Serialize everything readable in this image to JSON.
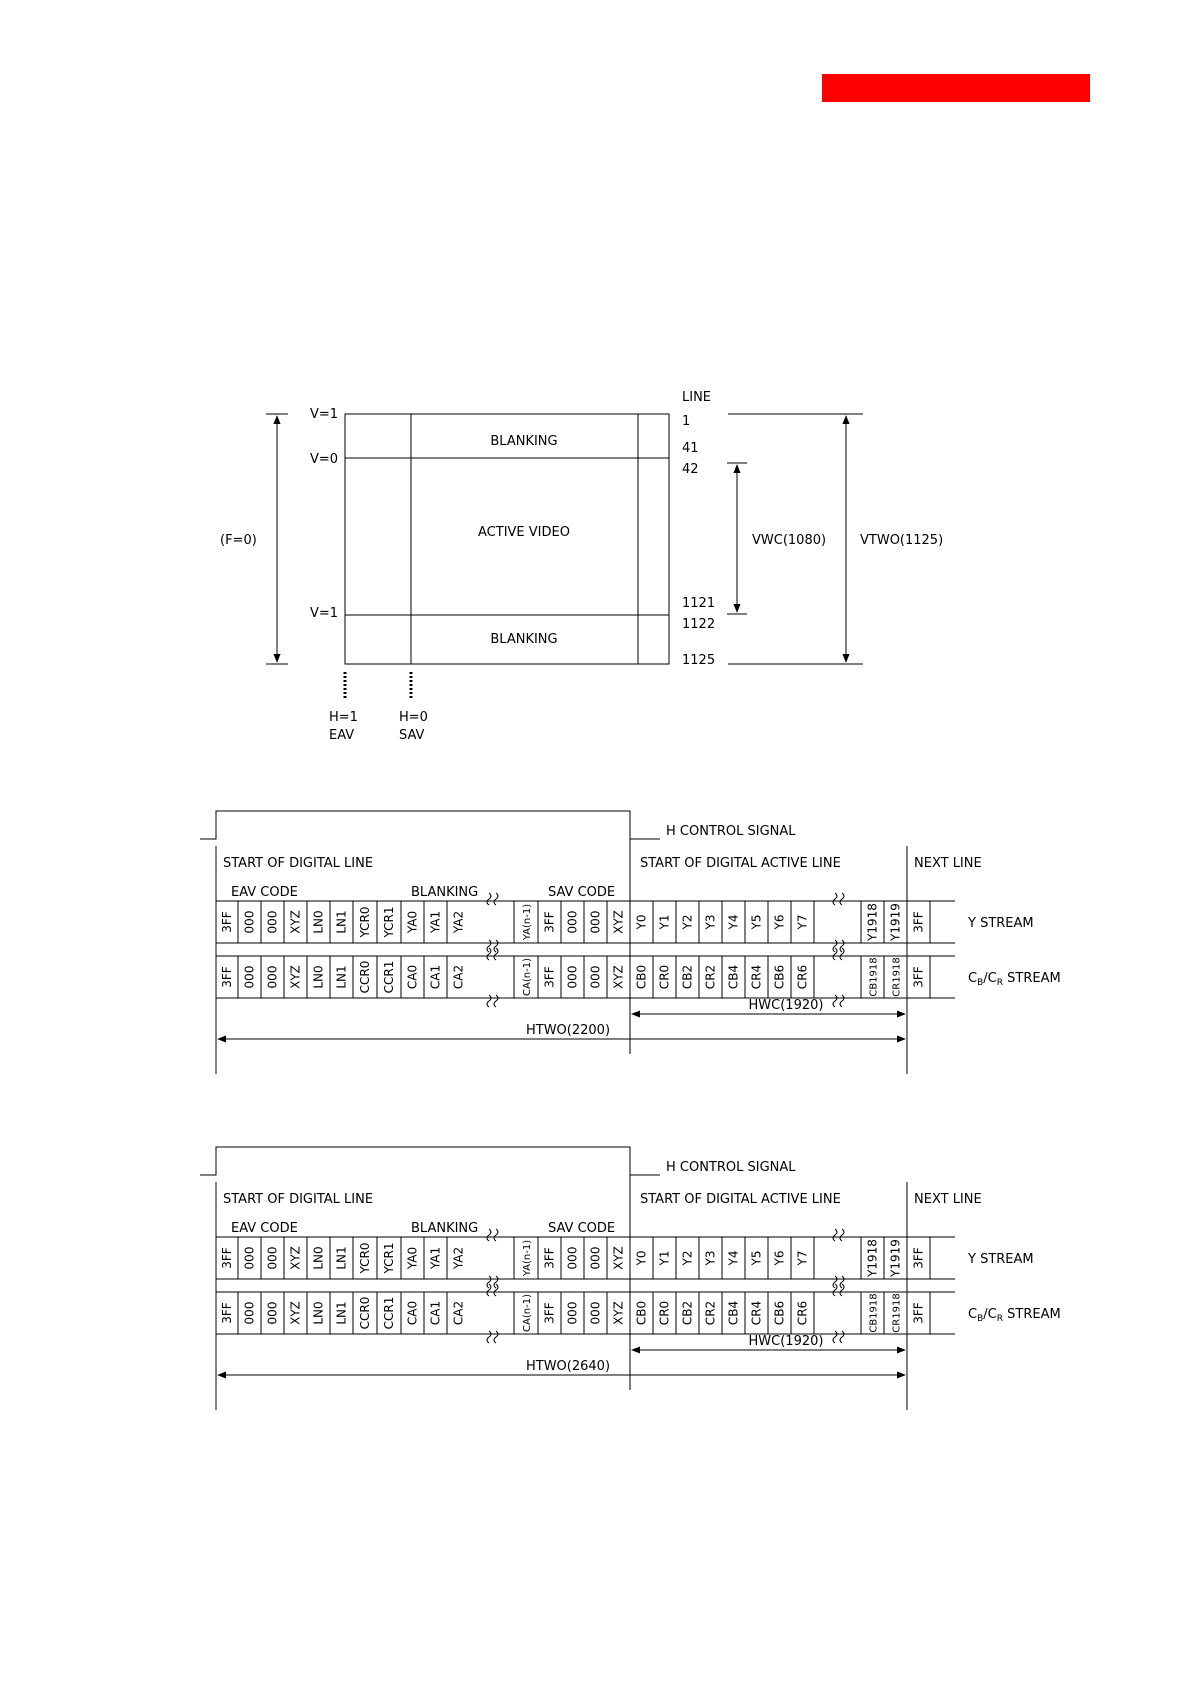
{
  "header": {
    "accent_color": "#ff0000"
  },
  "frame_diagram": {
    "v_labels": [
      "V=1",
      "V=0",
      "V=1"
    ],
    "f_label": "(F=0)",
    "regions": {
      "top": "BLANKING",
      "middle": "ACTIVE VIDEO",
      "bottom": "BLANKING"
    },
    "line_header": "LINE",
    "line_numbers": [
      "1",
      "41",
      "42",
      "1121",
      "1122",
      "1125"
    ],
    "vwc_label": "VWC(1080)",
    "vtwo_label": "VTWO(1125)",
    "eav": {
      "h": "H=1",
      "name": "EAV"
    },
    "sav": {
      "h": "H=0",
      "name": "SAV"
    }
  },
  "timing_diagrams": [
    {
      "h_control": "H CONTROL SIGNAL",
      "start_line": "START OF DIGITAL LINE",
      "start_active": "START OF DIGITAL ACTIVE LINE",
      "next_line": "NEXT LINE",
      "eav_code": "EAV CODE",
      "blanking": "BLANKING",
      "sav_code": "SAV CODE",
      "y_stream": "Y STREAM",
      "c_stream_main": "C",
      "c_stream_sub1": "B",
      "c_stream_sep": "/C",
      "c_stream_sub2": "R",
      "c_stream_tail": " STREAM",
      "hwc": "HWC(1920)",
      "htwo": "HTWO(2200)",
      "y_cells": [
        "3FF",
        "000",
        "000",
        "XYZ",
        "LN0",
        "LN1",
        "YCR0",
        "YCR1",
        "YA0",
        "YA1",
        "YA2",
        "YA(n-1)",
        "3FF",
        "000",
        "000",
        "XYZ",
        "Y0",
        "Y1",
        "Y2",
        "Y3",
        "Y4",
        "Y5",
        "Y6",
        "Y7",
        "Y1918",
        "Y1919",
        "3FF"
      ],
      "c_cells": [
        "3FF",
        "000",
        "000",
        "XYZ",
        "LN0",
        "LN1",
        "CCR0",
        "CCR1",
        "CA0",
        "CA1",
        "CA2",
        "CA(n-1)",
        "3FF",
        "000",
        "000",
        "XYZ",
        "CB0",
        "CR0",
        "CB2",
        "CR2",
        "CB4",
        "CR4",
        "CB6",
        "CR6",
        "CB1918",
        "CR1918",
        "3FF"
      ]
    },
    {
      "h_control": "H CONTROL SIGNAL",
      "start_line": "START OF DIGITAL LINE",
      "start_active": "START OF DIGITAL ACTIVE LINE",
      "next_line": "NEXT LINE",
      "eav_code": "EAV CODE",
      "blanking": "BLANKING",
      "sav_code": "SAV CODE",
      "y_stream": "Y STREAM",
      "c_stream_main": "C",
      "c_stream_sub1": "B",
      "c_stream_sep": "/C",
      "c_stream_sub2": "R",
      "c_stream_tail": " STREAM",
      "hwc": "HWC(1920)",
      "htwo": "HTWO(2640)",
      "y_cells": [
        "3FF",
        "000",
        "000",
        "XYZ",
        "LN0",
        "LN1",
        "YCR0",
        "YCR1",
        "YA0",
        "YA1",
        "YA2",
        "YA(n-1)",
        "3FF",
        "000",
        "000",
        "XYZ",
        "Y0",
        "Y1",
        "Y2",
        "Y3",
        "Y4",
        "Y5",
        "Y6",
        "Y7",
        "Y1918",
        "Y1919",
        "3FF"
      ],
      "c_cells": [
        "3FF",
        "000",
        "000",
        "XYZ",
        "LN0",
        "LN1",
        "CCR0",
        "CCR1",
        "CA0",
        "CA1",
        "CA2",
        "CA(n-1)",
        "3FF",
        "000",
        "000",
        "XYZ",
        "CB0",
        "CR0",
        "CB2",
        "CR2",
        "CB4",
        "CR4",
        "CB6",
        "CR6",
        "CB1918",
        "CR1918",
        "3FF"
      ]
    }
  ]
}
